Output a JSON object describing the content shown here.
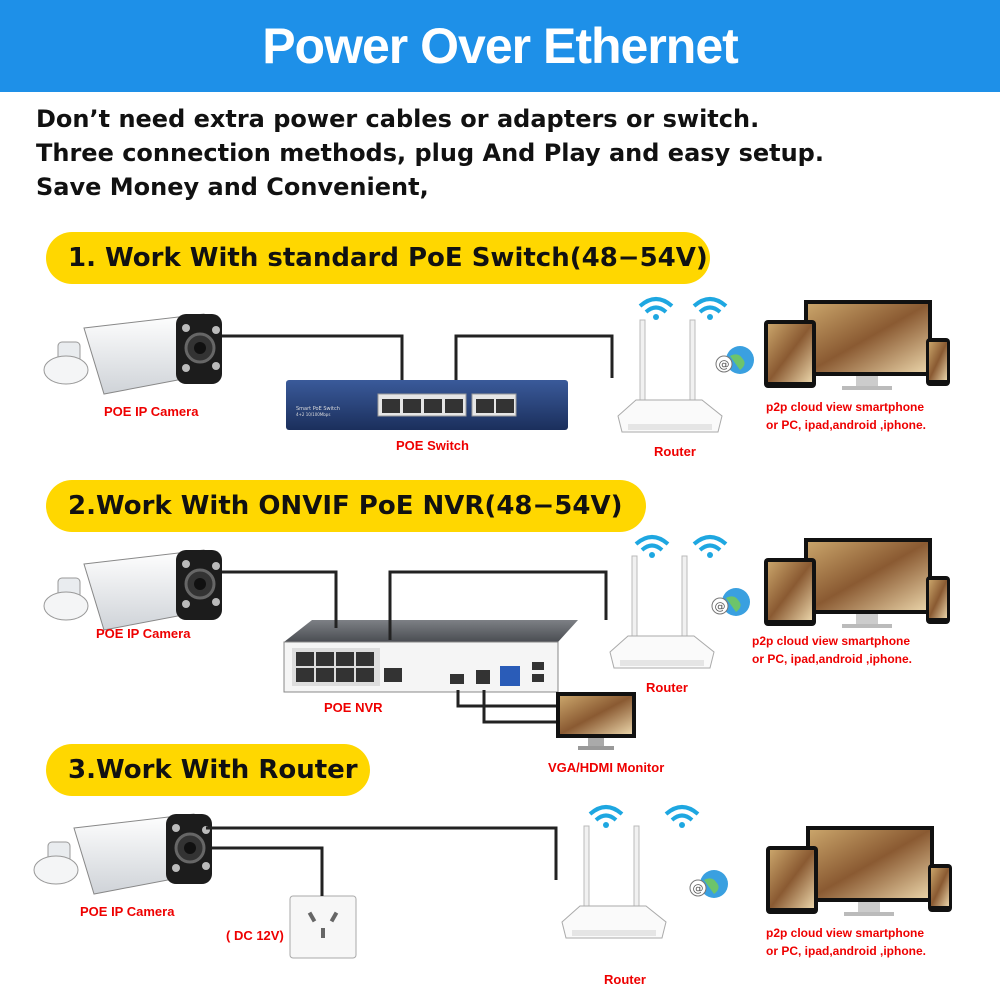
{
  "header": {
    "title": "Power Over Ethernet"
  },
  "intro": {
    "line1": "Don’t need extra power cables or adapters or switch.",
    "line2": "Three connection methods, plug And Play and easy setup.",
    "line3": "Save Money and Convenient,"
  },
  "section1": {
    "title": "1. Work With standard PoE Switch(48−54V)",
    "camera_label": "POE IP Camera",
    "switch_label": "POE Switch",
    "switch_text": "Smart PoE Switch",
    "switch_sub": "4+2 10/100Mbps",
    "router_label": "Router",
    "cloud_line1": "p2p cloud view smartphone",
    "cloud_line2": "or PC, ipad,android ,iphone."
  },
  "section2": {
    "title": "2.Work With ONVIF PoE NVR(48−54V)",
    "camera_label": "POE IP Camera",
    "nvr_label": "POE NVR",
    "monitor_label": "VGA/HDMI Monitor",
    "router_label": "Router",
    "cloud_line1": "p2p cloud view smartphone",
    "cloud_line2": "or PC, ipad,android ,iphone."
  },
  "section3": {
    "title": "3.Work With Router",
    "camera_label": "POE IP Camera",
    "power_label": "( DC 12V)",
    "router_label": "Router",
    "cloud_line1": "p2p cloud view smartphone",
    "cloud_line2": "or PC, ipad,android ,iphone."
  },
  "icons": [
    "camera-icon",
    "poe-switch-icon",
    "router-icon",
    "wifi-icon",
    "cloud-globe-icon",
    "devices-icon",
    "nvr-icon",
    "monitor-icon",
    "power-socket-icon"
  ],
  "colors": {
    "header": "#1e90e8",
    "pill": "#ffd700",
    "label_red": "#e00000"
  }
}
